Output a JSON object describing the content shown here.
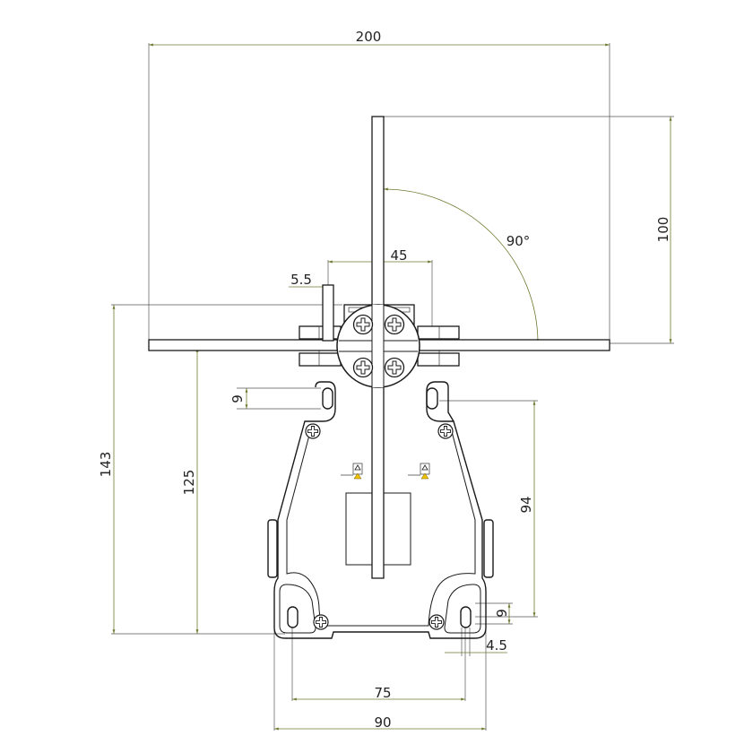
{
  "dimensions": {
    "overall_width": "200",
    "lever_height": "100",
    "lever_spacing": "45",
    "rod_diameter": "5.5",
    "swing_angle": "90°",
    "total_height": "143",
    "rod_axis_height": "125",
    "slot_length": "9",
    "mount_spacing_vertical": "94",
    "slot_length_bottom": "9",
    "slot_width": "4.5",
    "mount_spacing_horizontal": "75",
    "base_width": "90"
  },
  "colors": {
    "outline": "#1a1a1a",
    "dimension_line": "#6f7a30",
    "warning_fill": "#f2c200"
  },
  "icons": [
    "phillips-screw-icon",
    "warning-label-icon"
  ]
}
